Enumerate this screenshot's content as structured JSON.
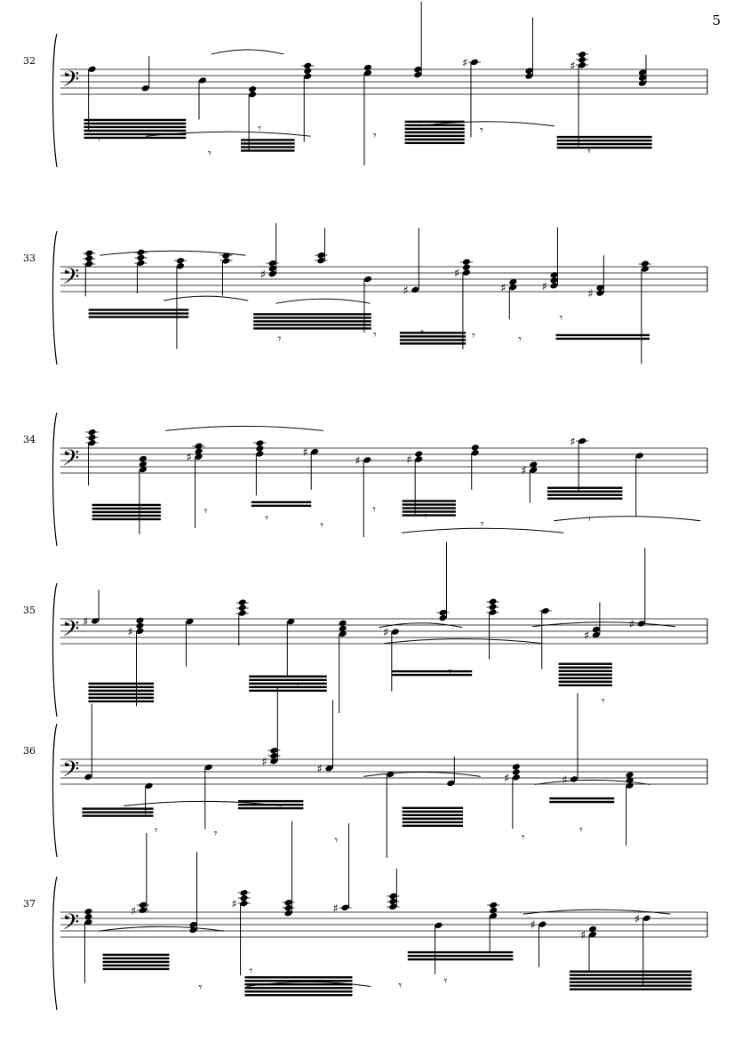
{
  "page": {
    "number": "5"
  },
  "systems": [
    {
      "measure": "32"
    },
    {
      "measure": "33"
    },
    {
      "measure": "34"
    },
    {
      "measure": "35"
    },
    {
      "measure": "36"
    },
    {
      "measure": "37"
    }
  ],
  "notation": {
    "clef": "bass-clef-icon",
    "ink_color": "#000000",
    "paper_color": "#ffffff"
  }
}
